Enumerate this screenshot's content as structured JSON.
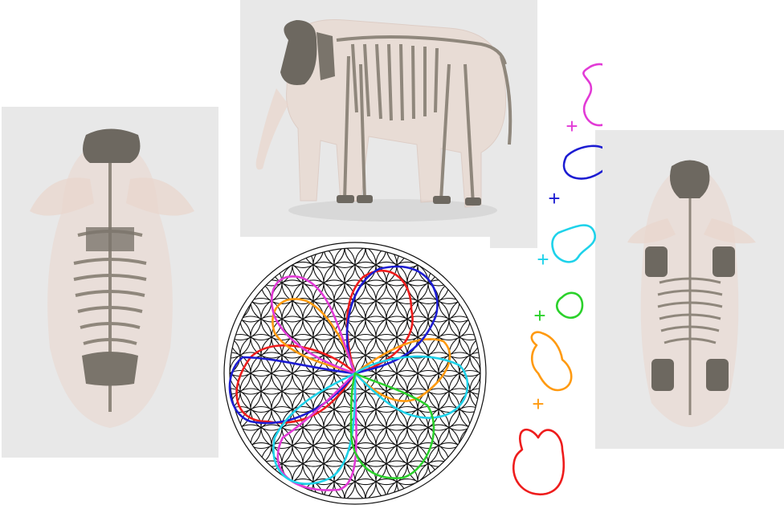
{
  "figure": {
    "panels": [
      {
        "id": "elephant-side-view",
        "kind": "skeleton-render",
        "view": "side"
      },
      {
        "id": "elephant-top-view",
        "kind": "skeleton-render",
        "view": "top"
      },
      {
        "id": "elephant-bottom-view",
        "kind": "skeleton-render",
        "view": "bottom"
      },
      {
        "id": "flower-of-life",
        "kind": "geometric-pattern"
      }
    ],
    "colors": {
      "panel_background": "#e8e8e8",
      "bone": "#8f877c",
      "skin": "#e9d6cc",
      "pattern_line": "#111111"
    },
    "shape_sequence": [
      {
        "color_name": "red",
        "hex": "#ee1c1c"
      },
      {
        "color_name": "orange",
        "hex": "#ff9a10"
      },
      {
        "color_name": "green",
        "hex": "#2bd12b"
      },
      {
        "color_name": "cyan",
        "hex": "#1ed2ea"
      },
      {
        "color_name": "blue",
        "hex": "#1c1cd2"
      },
      {
        "color_name": "magenta",
        "hex": "#e23ad6"
      }
    ],
    "operator_symbol": "+"
  }
}
